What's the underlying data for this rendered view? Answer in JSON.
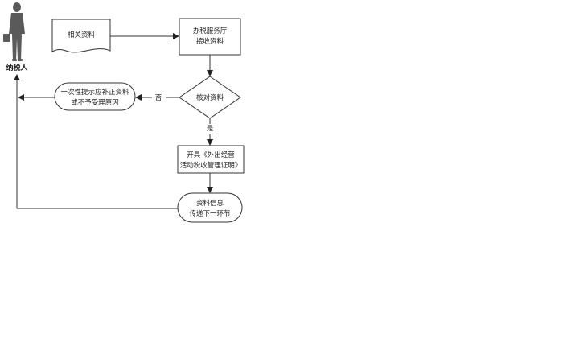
{
  "actor": {
    "label": "纳税人"
  },
  "nodes": {
    "documents": {
      "label": "相关资料"
    },
    "receive": {
      "lines": [
        "办税服务厅",
        "接收资料"
      ]
    },
    "check": {
      "label": "核对资料"
    },
    "reject": {
      "lines": [
        "一次性提示应补正资料",
        "或不予受理原因"
      ]
    },
    "issue": {
      "lines": [
        "开具《外出经营",
        "活动税收管理证明》"
      ]
    },
    "transfer": {
      "lines": [
        "资料信息",
        "传递下一环节"
      ]
    }
  },
  "edges": {
    "no_label": "否",
    "yes_label": "是"
  },
  "colors": {
    "stroke": "#333333",
    "actor": "#555555"
  }
}
